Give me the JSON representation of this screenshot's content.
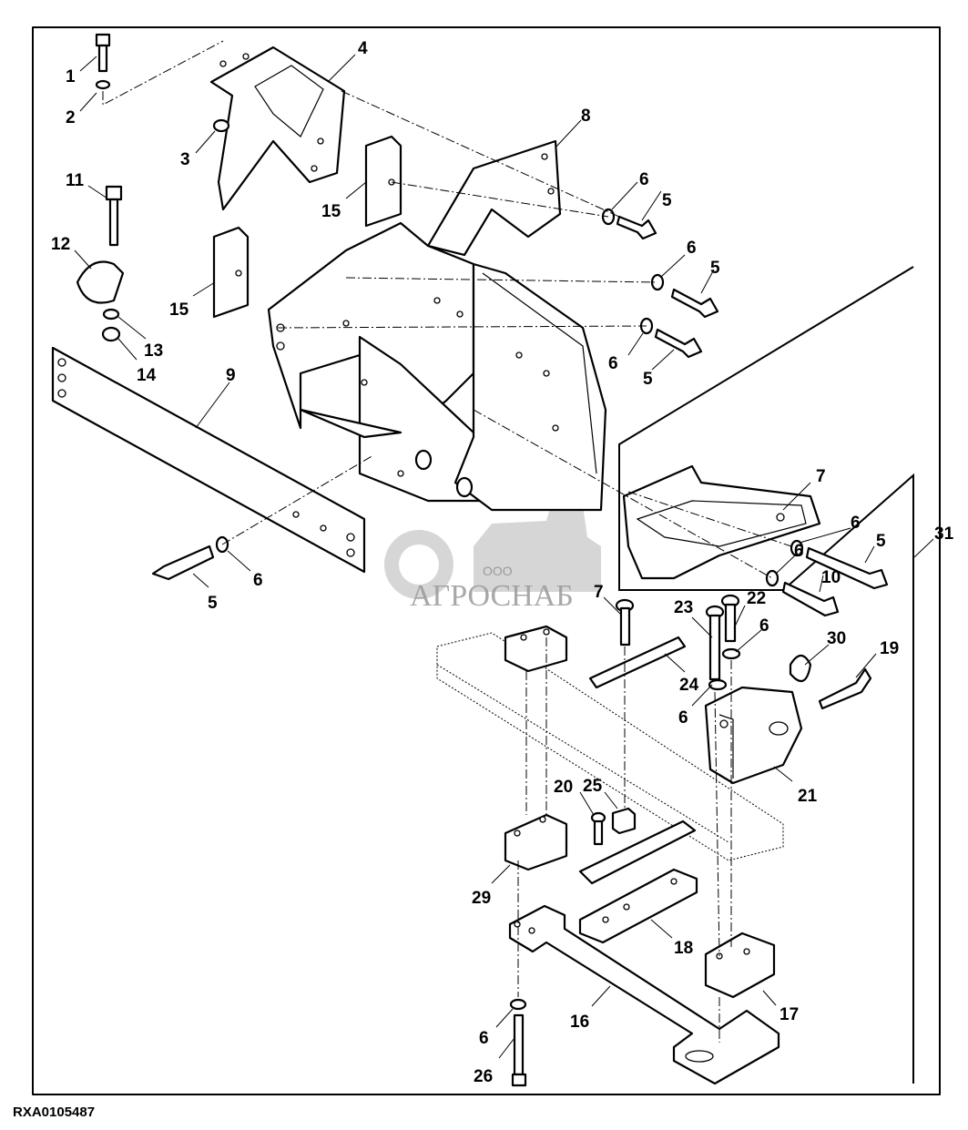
{
  "figure": {
    "id": "RXA0105487",
    "type": "exploded parts diagram"
  },
  "watermark": {
    "prefix": "ООО",
    "brand": "АГРОСНАБ"
  },
  "callouts": [
    {
      "id": "c1",
      "label": "1",
      "part": "bolt"
    },
    {
      "id": "c2",
      "label": "2",
      "part": "washer"
    },
    {
      "id": "c3",
      "label": "3",
      "part": "nut"
    },
    {
      "id": "c4",
      "label": "4",
      "part": "mounting bracket"
    },
    {
      "id": "c5a",
      "label": "5",
      "part": "cap screw"
    },
    {
      "id": "c5b",
      "label": "5",
      "part": "cap screw"
    },
    {
      "id": "c5c",
      "label": "5",
      "part": "cap screw"
    },
    {
      "id": "c5d",
      "label": "5",
      "part": "cap screw"
    },
    {
      "id": "c5e",
      "label": "5",
      "part": "cap screw"
    },
    {
      "id": "c6a",
      "label": "6",
      "part": "washer"
    },
    {
      "id": "c6b",
      "label": "6",
      "part": "washer"
    },
    {
      "id": "c6c",
      "label": "6",
      "part": "washer"
    },
    {
      "id": "c6d",
      "label": "6",
      "part": "washer"
    },
    {
      "id": "c6e",
      "label": "6",
      "part": "washer"
    },
    {
      "id": "c6f",
      "label": "6",
      "part": "washer"
    },
    {
      "id": "c6g",
      "label": "6",
      "part": "washer"
    },
    {
      "id": "c6h",
      "label": "6",
      "part": "washer"
    },
    {
      "id": "c6i",
      "label": "6",
      "part": "washer"
    },
    {
      "id": "c7a",
      "label": "7",
      "part": "bracket"
    },
    {
      "id": "c7b",
      "label": "7",
      "part": "bolt"
    },
    {
      "id": "c8",
      "label": "8",
      "part": "side frame"
    },
    {
      "id": "c9",
      "label": "9",
      "part": "strap"
    },
    {
      "id": "c10",
      "label": "10",
      "part": "cap screw"
    },
    {
      "id": "c11",
      "label": "11",
      "part": "cap screw"
    },
    {
      "id": "c12",
      "label": "12",
      "part": "clamp"
    },
    {
      "id": "c13",
      "label": "13",
      "part": "washer"
    },
    {
      "id": "c14",
      "label": "14",
      "part": "nut"
    },
    {
      "id": "c15a",
      "label": "15",
      "part": "spacer"
    },
    {
      "id": "c15b",
      "label": "15",
      "part": "spacer"
    },
    {
      "id": "c16",
      "label": "16",
      "part": "drawbar"
    },
    {
      "id": "c17",
      "label": "17",
      "part": "support block"
    },
    {
      "id": "c18",
      "label": "18",
      "part": "plate"
    },
    {
      "id": "c19",
      "label": "19",
      "part": "pin"
    },
    {
      "id": "c20",
      "label": "20",
      "part": "bolt"
    },
    {
      "id": "c21",
      "label": "21",
      "part": "hitch"
    },
    {
      "id": "c22",
      "label": "22",
      "part": "bolt"
    },
    {
      "id": "c23",
      "label": "23",
      "part": "bolt"
    },
    {
      "id": "c24",
      "label": "24",
      "part": "strap plate"
    },
    {
      "id": "c25",
      "label": "25",
      "part": "block"
    },
    {
      "id": "c26",
      "label": "26",
      "part": "bolt"
    },
    {
      "id": "c29",
      "label": "29",
      "part": "support block"
    },
    {
      "id": "c30",
      "label": "30",
      "part": "lock pin"
    },
    {
      "id": "c31",
      "label": "31",
      "part": "hitch assembly"
    }
  ]
}
